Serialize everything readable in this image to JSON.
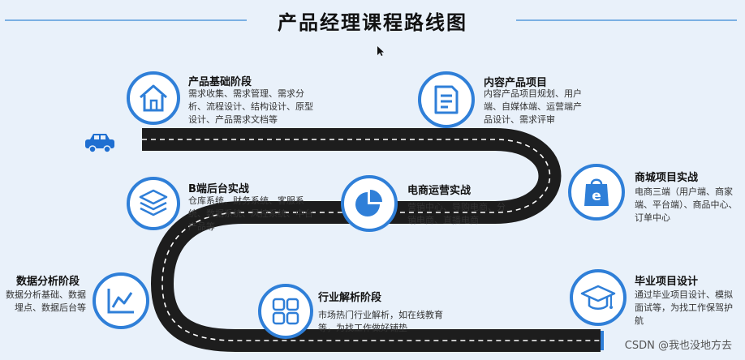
{
  "title": "产品经理课程路线图",
  "stages": [
    {
      "id": "basic",
      "title": "产品基础阶段",
      "desc": "需求收集、需求管理、需求分析、流程设计、结构设计、原型设计、产品需求文档等",
      "icon": "house-icon"
    },
    {
      "id": "content",
      "title": "内容产品项目",
      "desc": "内容产品项目规划、用户端、自媒体端、运营端产品设计、需求评审",
      "icon": "document-icon"
    },
    {
      "id": "b-backend",
      "title": "B端后台实战",
      "desc": "仓库系统、财务系统、客服系统、数据系统、风控系统、中台产品等",
      "icon": "layers-icon"
    },
    {
      "id": "ecommerce-ops",
      "title": "电商运营实战",
      "desc": "营销中心、导购电商、分销电商、直播电商",
      "icon": "pie-chart-icon"
    },
    {
      "id": "mall",
      "title": "商城项目实战",
      "desc": "电商三端（用户端、商家端、平台端）、商品中心、订单中心",
      "icon": "shopping-bag-icon"
    },
    {
      "id": "data",
      "title": "数据分析阶段",
      "desc": "数据分析基础、数据埋点、数据后台等",
      "icon": "line-chart-icon"
    },
    {
      "id": "industry",
      "title": "行业解析阶段",
      "desc": "市场热门行业解析，如在线教育等，为找工作做好铺垫",
      "icon": "grid-icon"
    },
    {
      "id": "graduation",
      "title": "毕业项目设计",
      "desc": "通过毕业项目设计、模拟面试等，为找工作保驾护航",
      "icon": "graduation-cap-icon"
    }
  ],
  "watermark": "CSDN @我也没地方去",
  "colors": {
    "accent": "#2f7fd8",
    "road": "#222222",
    "background": "#e9f1fa"
  }
}
